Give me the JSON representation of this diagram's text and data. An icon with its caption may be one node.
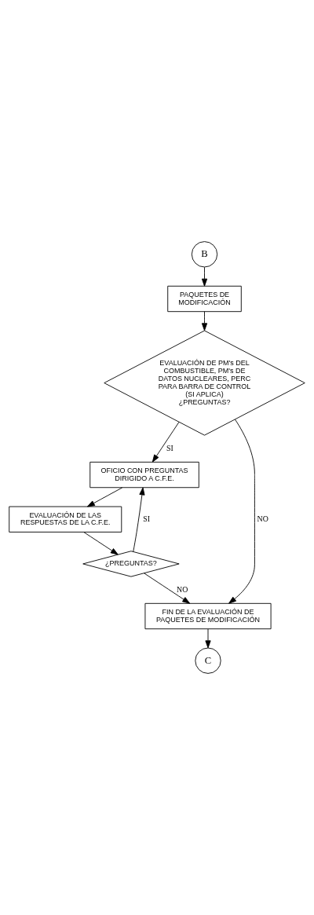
{
  "diagram": {
    "nodes": [
      {
        "text": [
          "B"
        ]
      },
      {
        "text": [
          "PAQUETES DE MODIFICACIÓN"
        ]
      },
      {
        "text": [
          "EVALUACIÓN DE PM's DEL COMBUSTIBLE, PM's DE DATOS NUCLEARES, PERC PARA BARRA DE CONTROL (SI APLICA) ¿PREGUNTAS?"
        ]
      },
      {
        "text": [
          "OFICIO CON PREGUNTAS DIRIGIDO A C.F.E."
        ]
      },
      {
        "text": [
          "EVALUACIÓN DE LAS RESPUESTAS DE LA C.F.E."
        ]
      },
      {
        "text": [
          "¿PREGUNTAS?"
        ]
      },
      {
        "text": [
          "FIN DE LA EVALUACIÓN DE PAQUETES DE MODIFICACIÓN"
        ]
      },
      {
        "text": [
          "C"
        ]
      }
    ],
    "edges": [
      {
        "from": 0,
        "to": 1,
        "arrow": "to"
      },
      {
        "from": 1,
        "to": 2,
        "arrow": "to"
      },
      {
        "from": 2,
        "to": 3,
        "arrow": "to",
        "label": "SI"
      },
      {
        "from": 3,
        "to": 4,
        "arrow": "to"
      },
      {
        "from": 4,
        "to": 5,
        "arrow": "to"
      },
      {
        "from": 5,
        "to": 3,
        "arrow": "to",
        "label": "SI"
      },
      {
        "from": 5,
        "to": 6,
        "arrow": "to",
        "label": "NO"
      },
      {
        "from": 2,
        "to": 6,
        "arrow": "to",
        "label": "NO"
      },
      {
        "from": 6,
        "to": 7,
        "arrow": "to"
      }
    ]
  }
}
